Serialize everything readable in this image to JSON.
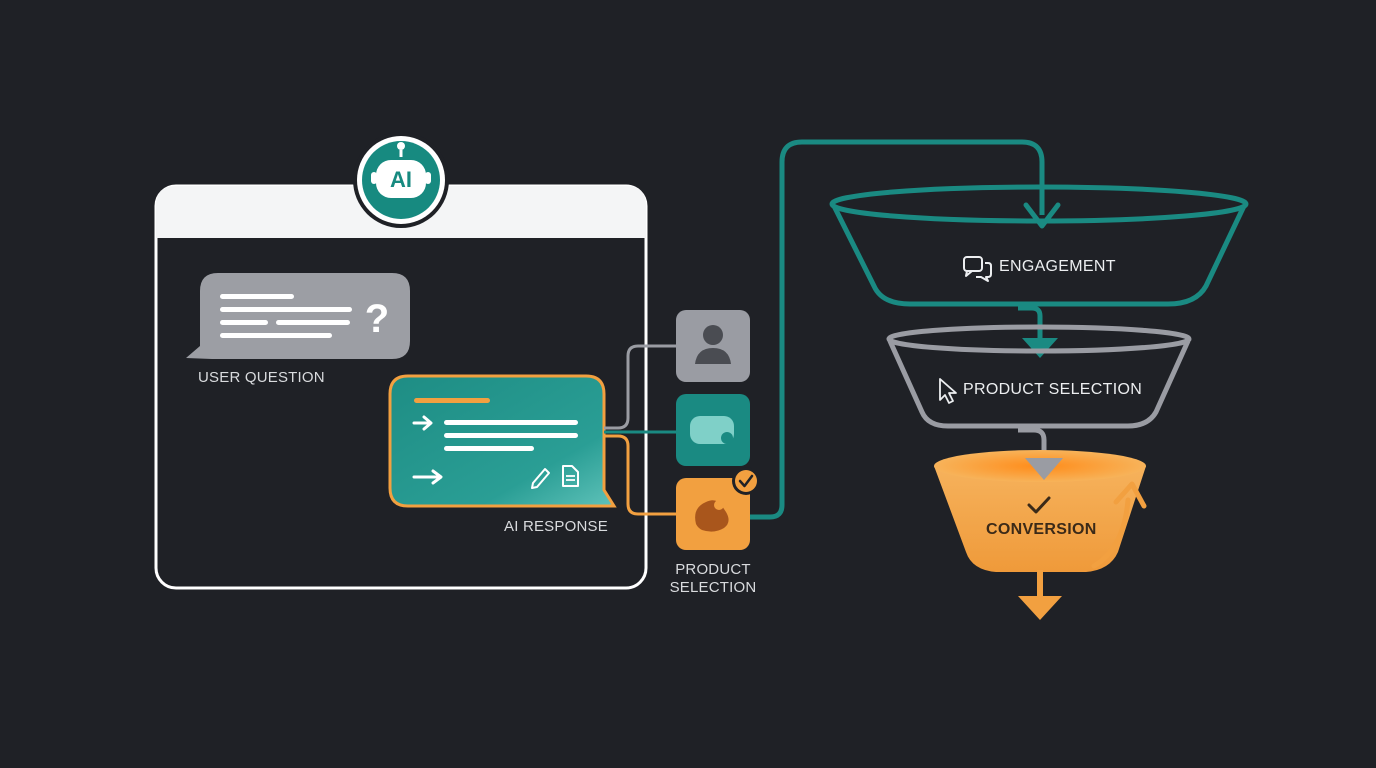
{
  "badge": {
    "text": "AI"
  },
  "chat": {
    "user_question_label": "USER QUESTION",
    "user_bubble_symbol": "?",
    "ai_response_label": "AI RESPONSE"
  },
  "product_selection_label": {
    "line1": "PRODUCT",
    "line2": "SELECTION"
  },
  "tiles": [
    {
      "icon": "user-avatar-icon"
    },
    {
      "icon": "chat-card-icon"
    },
    {
      "icon": "product-blob-icon",
      "status": "check-badge-icon"
    }
  ],
  "funnel": {
    "stages": [
      {
        "label": "ENGAGEMENT",
        "icon": "chat-bubbles-icon"
      },
      {
        "label": "PRODUCT SELECTION",
        "icon": "cursor-icon"
      },
      {
        "label": "CONVERSION",
        "icon": "check-icon"
      }
    ]
  },
  "colors": {
    "background": "#1f2126",
    "teal": "#1a8a82",
    "orange": "#f2a040",
    "gray": "#9a9ca3",
    "window": "#ffffff"
  }
}
